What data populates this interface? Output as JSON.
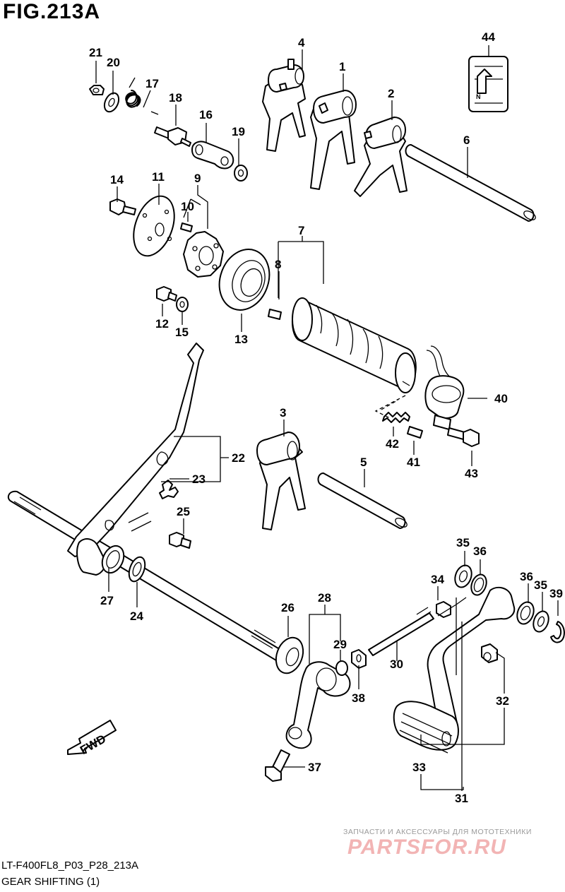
{
  "figure": {
    "title": "FIG.213A",
    "code": "LT-F400FL8_P03_P28_213A",
    "caption": "GEAR SHIFTING (1)"
  },
  "watermark": {
    "tagline": "ЗАПЧАСТИ И АКСЕССУАРЫ ДЛЯ МОТОТЕХНИКИ",
    "brand": "PARTSFOR.RU",
    "color": "#f2b4b4"
  },
  "direction_marker": {
    "label": "FWD"
  },
  "callouts": {
    "c1": "1",
    "c2": "2",
    "c3": "3",
    "c4": "4",
    "c5": "5",
    "c6": "6",
    "c7": "7",
    "c8": "8",
    "c9": "9",
    "c10": "10",
    "c11": "11",
    "c12": "12",
    "c13": "13",
    "c14": "14",
    "c15": "15",
    "c16": "16",
    "c17": "17",
    "c18": "18",
    "c19": "19",
    "c20": "20",
    "c21": "21",
    "c22": "22",
    "c23": "23",
    "c24": "24",
    "c25": "25",
    "c26": "26",
    "c27": "27",
    "c28": "28",
    "c29": "29",
    "c30": "30",
    "c31": "31",
    "c32": "32",
    "c33": "33",
    "c34": "34",
    "c35a": "35",
    "c35b": "35",
    "c36a": "36",
    "c36b": "36",
    "c37": "37",
    "c38": "38",
    "c39": "39",
    "c40": "40",
    "c41": "41",
    "c42": "42",
    "c43": "43",
    "c44": "44"
  },
  "label_plate": {
    "mark": "N"
  }
}
